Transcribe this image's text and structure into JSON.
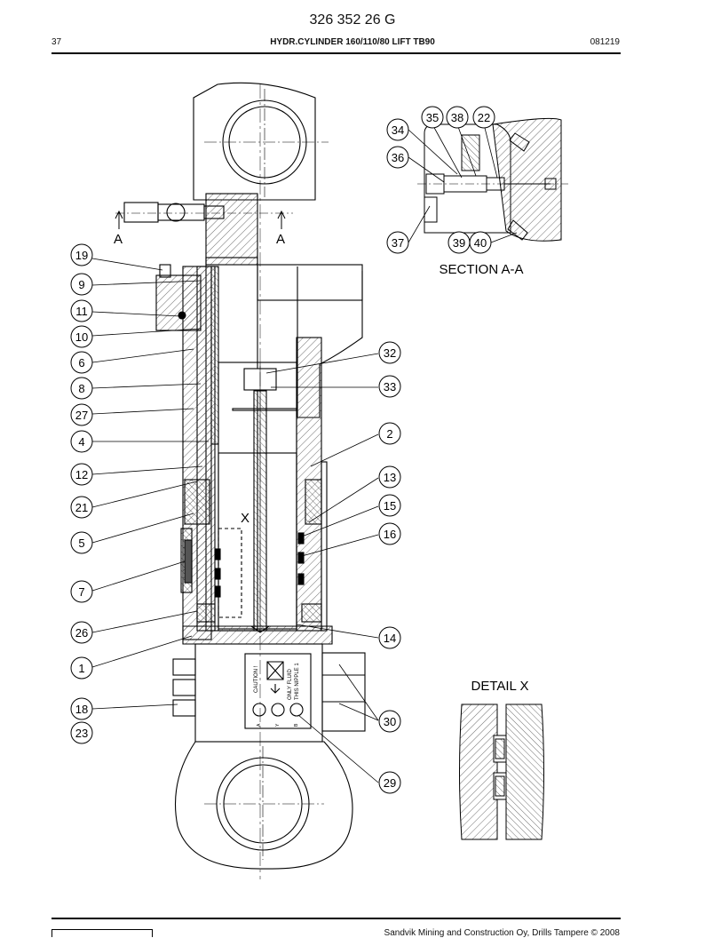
{
  "header": {
    "doc_number": "326 352 26 G",
    "page": "37",
    "title": "HYDR.CYLINDER 160/110/80 LIFT TB90",
    "date": "081219"
  },
  "footer": {
    "copyright": "Sandvik Mining and Construction Oy, Drills Tampere © 2008"
  },
  "labels": {
    "section_marker_left": "A",
    "section_marker_right": "A",
    "section_title": "SECTION A-A",
    "detail_marker": "X",
    "detail_title": "DETAIL X",
    "plate_caution": "CAUTION !",
    "plate_text_1": "ONLY FLUID",
    "plate_text_2": "THIS NIPPLE 1",
    "port_a": "A",
    "port_y": "Y",
    "port_b": "B"
  },
  "callouts": [
    "19",
    "9",
    "11",
    "10",
    "6",
    "8",
    "27",
    "4",
    "12",
    "21",
    "5",
    "7",
    "26",
    "1",
    "18",
    "23",
    "32",
    "33",
    "2",
    "13",
    "15",
    "16",
    "14",
    "30",
    "29",
    "34",
    "35",
    "38",
    "22",
    "36",
    "37",
    "39",
    "40"
  ]
}
